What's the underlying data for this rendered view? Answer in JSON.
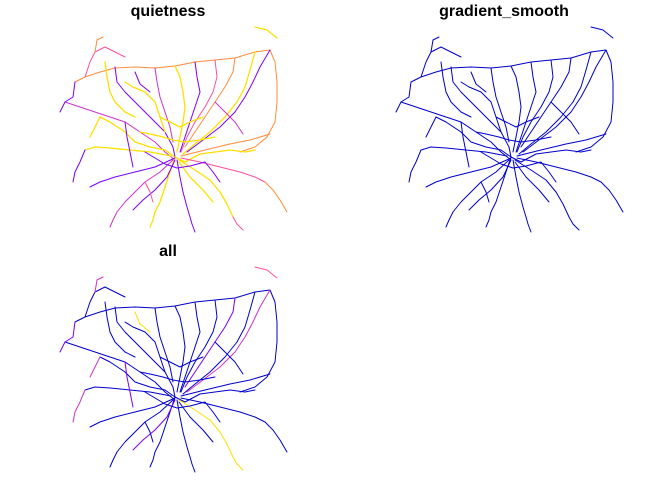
{
  "panels": [
    {
      "title": "quietness",
      "palette": "plasma"
    },
    {
      "title": "gradient_smooth",
      "palette": "blue"
    },
    {
      "title": "all",
      "palette": "mixed"
    }
  ],
  "colors": {
    "background": "#ffffff",
    "title": "#000000",
    "blue": "#0000cc",
    "violet": "#7b00ff",
    "magenta": "#cc33cc",
    "pink": "#ff4fa0",
    "orange": "#ff8c3a",
    "yellow": "#ffe000"
  }
}
